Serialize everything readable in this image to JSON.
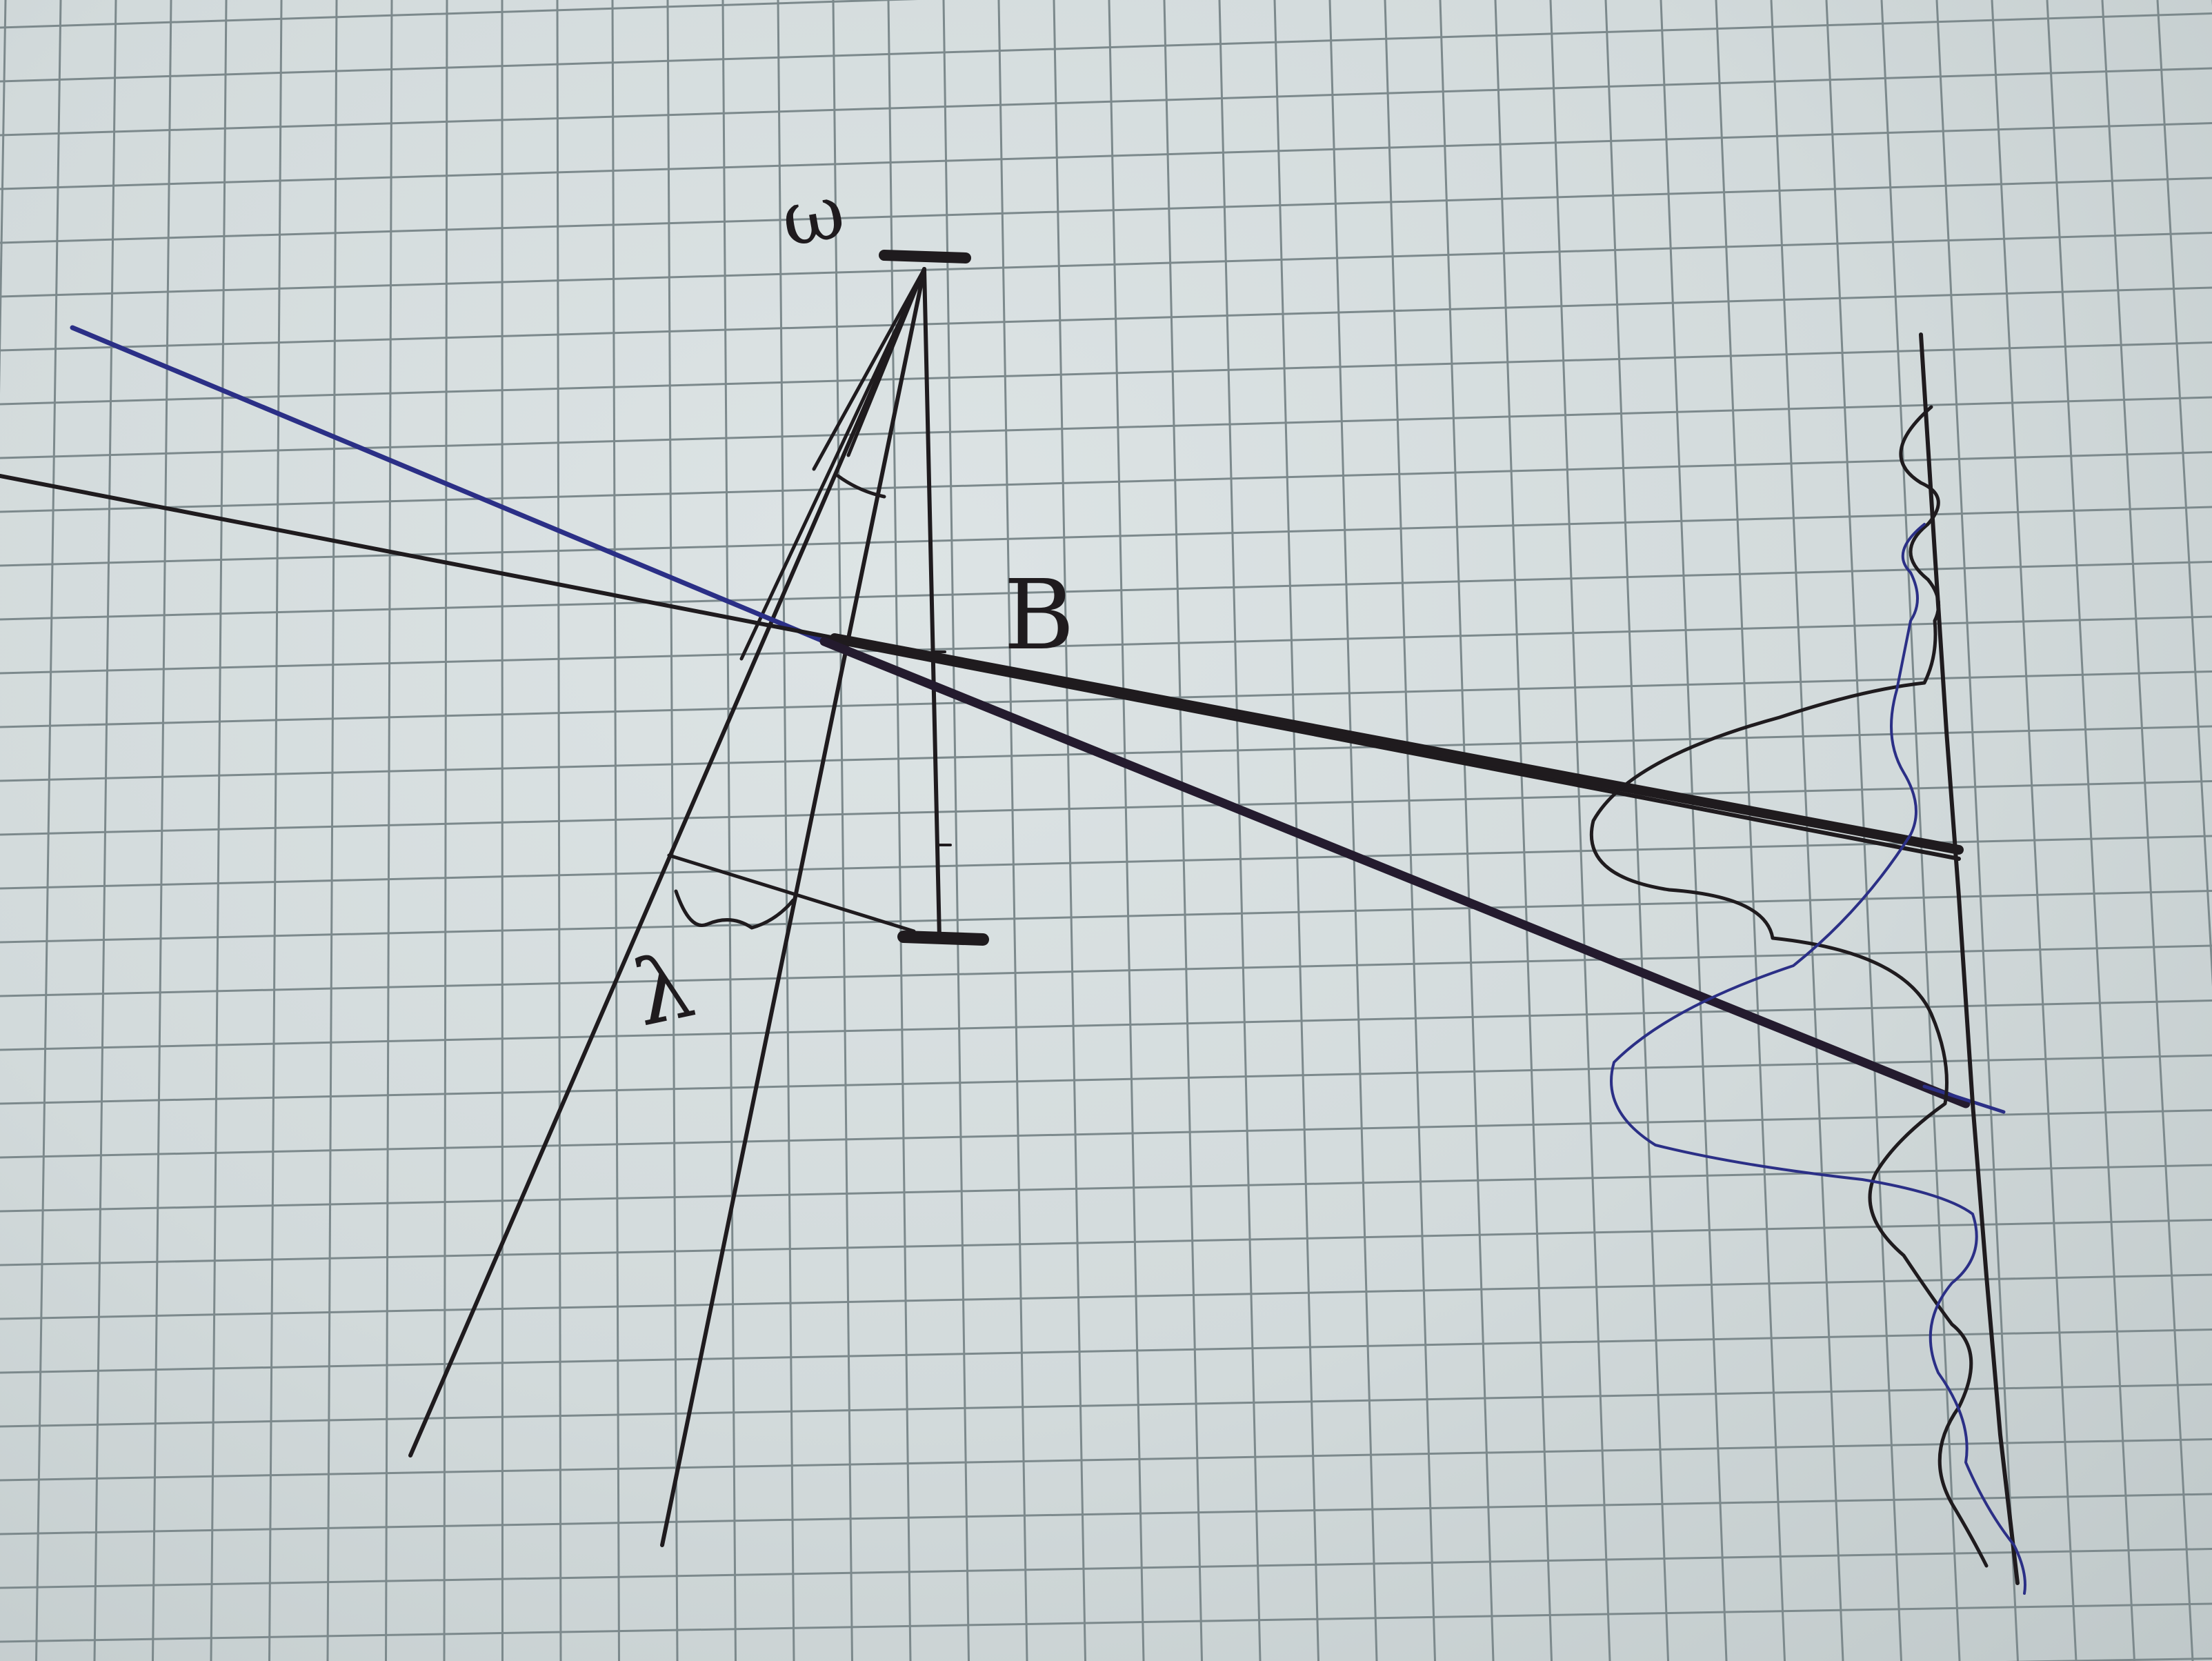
{
  "labels": {
    "top": "ω",
    "right": "B",
    "left": "λ"
  },
  "colors": {
    "paper": "#d3dbdc",
    "grid": "#7c898c",
    "black_ink": "#1f1b1e",
    "blue_ink": "#2b2f86"
  }
}
